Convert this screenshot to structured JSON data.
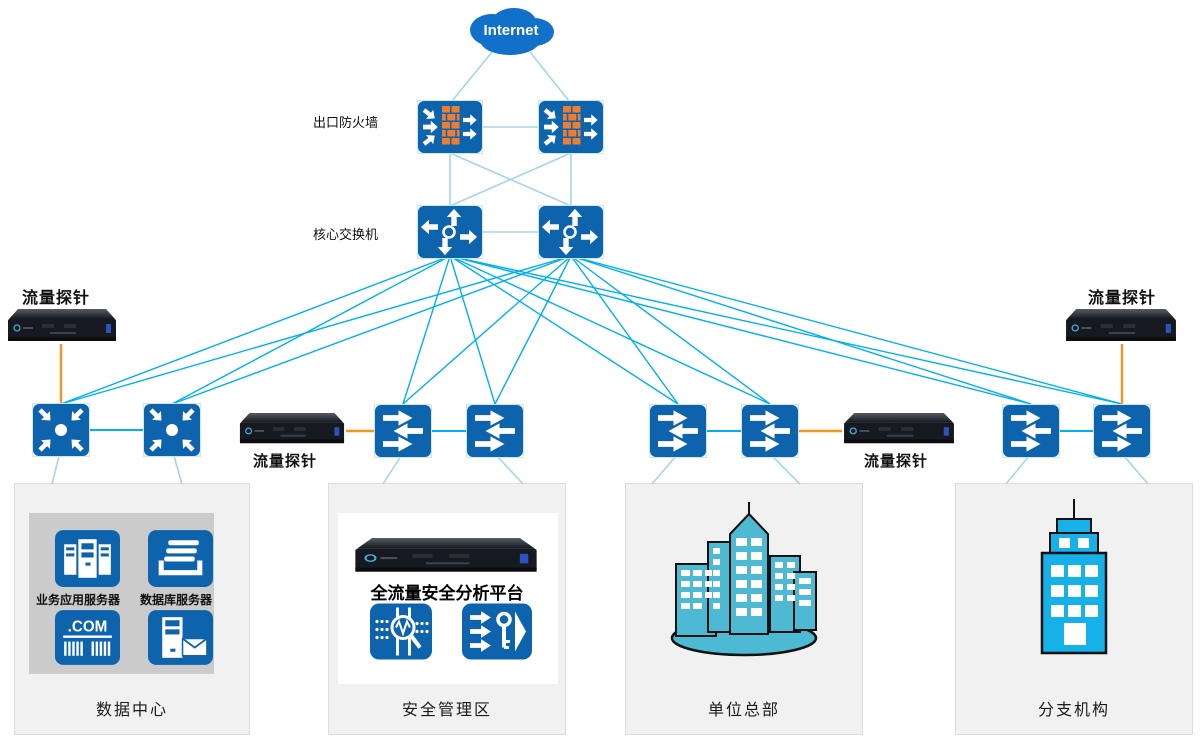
{
  "diagram": {
    "internet_label": "Internet",
    "labels": {
      "exit_firewall": "出口防火墙",
      "core_switch": "核心交换机",
      "traffic_probe": "流量探针"
    },
    "zones": {
      "data_center": {
        "title": "数据中心",
        "server_labels": [
          "业务应用服务器",
          "数据库服务器"
        ]
      },
      "security": {
        "title": "安全管理区",
        "platform_title": "全流量安全分析平台"
      },
      "headquarters": {
        "title": "单位总部"
      },
      "branch": {
        "title": "分支机构"
      }
    },
    "icons": {
      "cloud": "internet-cloud-icon",
      "firewall": "firewall-icon",
      "core_switch": "layer3-switch-icon",
      "switch": "switch-icon",
      "aggregation_switch": "inward-arrows-switch-icon",
      "probe": "probe-appliance-image",
      "app_server": "app-server-icon",
      "db_server": "database-server-icon",
      "web_server": "dotcom-barcode-icon",
      "mail_server": "mail-server-icon",
      "traffic_analysis": "traffic-analysis-magnifier-icon",
      "security_gateway": "arrows-key-icon",
      "hq_buildings": "city-buildings-icon",
      "branch_building": "office-building-icon"
    },
    "colors": {
      "device_blue": "#0e63ad",
      "line_bright": "#00b0f0",
      "line_pale": "#a6d5e9",
      "line_orange": "#f7941d",
      "zone_bg": "#f1f1f1",
      "brick_orange": "#ed7d31",
      "hq_teal": "#4db9d2",
      "branch_blue": "#16b1e9"
    }
  }
}
